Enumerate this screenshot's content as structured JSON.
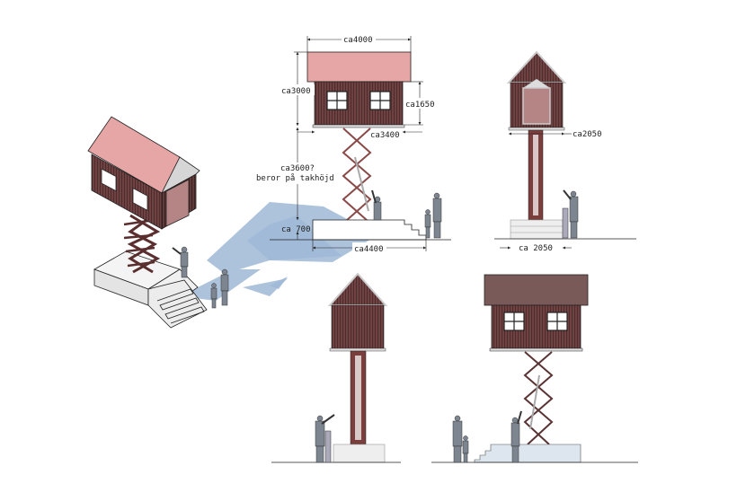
{
  "drawing": {
    "colors": {
      "roof_pink": "#e6a6a6",
      "roof_brown": "#7a5a58",
      "wall": "#6e4242",
      "wall_stripe": "#4e2c2c",
      "door": "#b58585",
      "lift": "#8a4a48",
      "base": "#f2f2f2",
      "shadow": "#9fb9d6",
      "line": "#222222"
    },
    "views": [
      {
        "name": "isometric-view"
      },
      {
        "name": "front-elevation-dimensioned"
      },
      {
        "name": "side-elevation-dimensioned"
      },
      {
        "name": "side-elevation-lowered"
      },
      {
        "name": "front-elevation-lowered"
      }
    ],
    "dimensions": {
      "total_width": "ca4000",
      "total_height": "ca3000",
      "wall_height": "ca1650",
      "house_width": "ca3400",
      "lift_height_line1": "ca3600?",
      "lift_height_line2": "beror på takhöjd",
      "base_height": "ca  700",
      "base_length": "ca4400",
      "side_house_width": "ca2050",
      "side_base_width": "ca  2050"
    }
  }
}
